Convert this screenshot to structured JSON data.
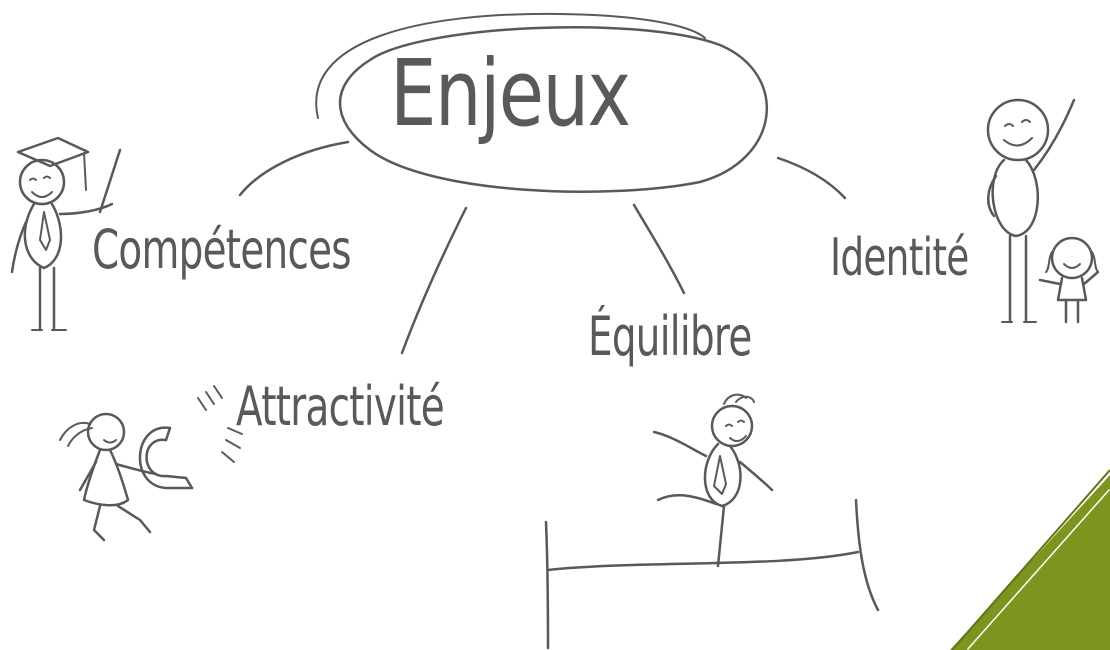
{
  "diagram": {
    "center": "Enjeux",
    "branches": [
      {
        "key": "competences",
        "label": "Compétences"
      },
      {
        "key": "attractivite",
        "label": "Attractivité"
      },
      {
        "key": "equilibre",
        "label": "Équilibre"
      },
      {
        "key": "identite",
        "label": "Identité"
      }
    ]
  },
  "colors": {
    "ink": "#595959",
    "accent": "#7d951e",
    "accent_dark": "#5f7414",
    "background": "#ffffff"
  },
  "illustrations": [
    "graduate-icon",
    "girl-magnet-icon",
    "tightrope-walker-icon",
    "parent-child-icon"
  ]
}
